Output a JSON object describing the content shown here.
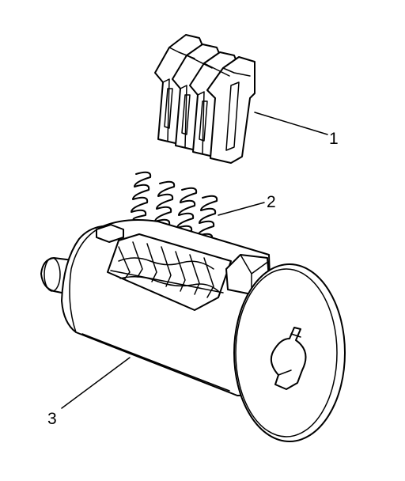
{
  "labels": [
    {
      "id": "1",
      "text": "1"
    },
    {
      "id": "2",
      "text": "2"
    },
    {
      "id": "3",
      "text": "3"
    }
  ],
  "parts": [
    "tumbler-wafers",
    "tumbler-springs",
    "lock-cylinder"
  ]
}
